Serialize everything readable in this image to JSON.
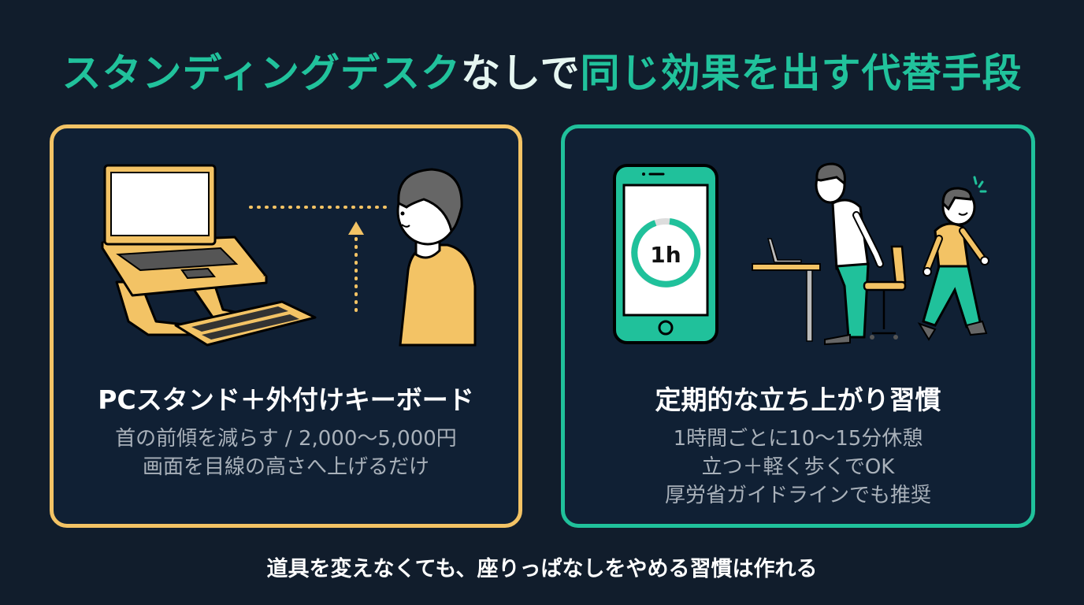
{
  "title": {
    "part1": "スタンディングデスク",
    "part2": "なしで",
    "part3": "同じ効果を出す代替手段"
  },
  "cards": [
    {
      "title": "PCスタンド＋外付けキーボード",
      "lines": [
        "首の前傾を減らす / 2,000〜5,000円",
        "画面を目線の高さへ上げるだけ"
      ],
      "accent": "#f3c365",
      "illustration": "laptop-stand-keyboard-eye-level"
    },
    {
      "title": "定期的な立ち上がり習慣",
      "lines": [
        "1時間ごとに10〜15分休憩",
        "立つ＋軽く歩くでOK",
        "厚労省ガイドラインでも推奨"
      ],
      "accent": "#20c19b",
      "illustration": "phone-timer-standing-walking",
      "timer_label": "1h"
    }
  ],
  "footer": "道具を変えなくても、座りっぱなしをやめる習慣は作れる",
  "colors": {
    "background": "#111d2c",
    "gold": "#f3c365",
    "teal": "#20c19b",
    "subtext": "#a9b1ba"
  }
}
